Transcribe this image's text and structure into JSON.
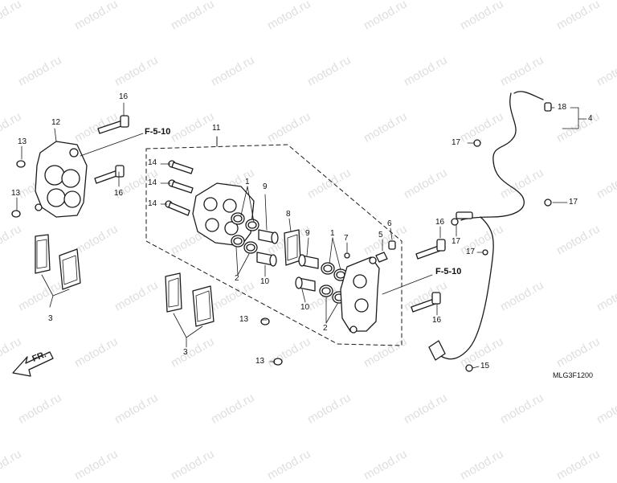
{
  "watermark_text": "motod.ru",
  "diagram_code": "MLG3F1200",
  "front_label": "FR.",
  "references": [
    "F-5-10",
    "F-5-10"
  ],
  "callouts": [
    "1",
    "1",
    "2",
    "2",
    "3",
    "3",
    "4",
    "5",
    "6",
    "7",
    "8",
    "9",
    "9",
    "10",
    "10",
    "11",
    "12",
    "13",
    "13",
    "13",
    "13",
    "14",
    "14",
    "14",
    "15",
    "16",
    "16",
    "16",
    "16",
    "17",
    "17",
    "17",
    "17",
    "18"
  ],
  "colors": {
    "line": "#1a1a1a",
    "watermark": "#dedede",
    "part_fill": "#ffffff"
  }
}
